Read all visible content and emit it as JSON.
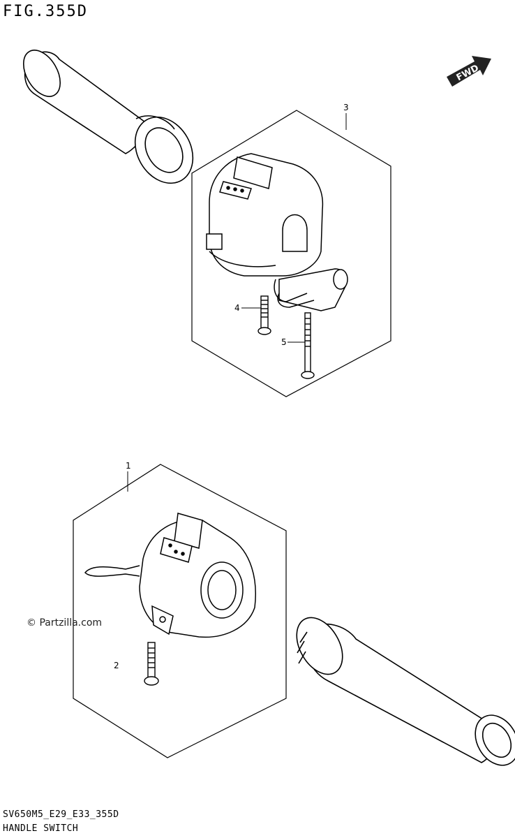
{
  "figure": {
    "title": "FIG.355D",
    "code": "SV650M5_E29_E33_355D",
    "name": "HANDLE SWITCH",
    "watermark": "© Partzilla.com",
    "fwd_label": "FWD"
  },
  "callouts": [
    {
      "id": "1",
      "label": "1"
    },
    {
      "id": "2",
      "label": "2"
    },
    {
      "id": "3",
      "label": "3"
    },
    {
      "id": "4",
      "label": "4"
    },
    {
      "id": "5",
      "label": "5"
    }
  ]
}
